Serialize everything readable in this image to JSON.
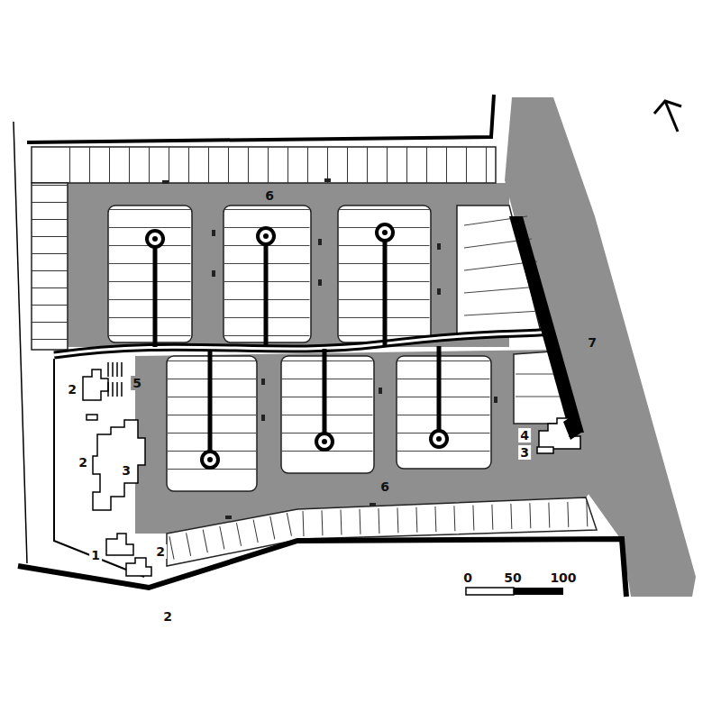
{
  "diagram": {
    "labels": [
      "6",
      "7",
      "5",
      "2",
      "2",
      "3",
      "6",
      "4",
      "3",
      "1",
      "2",
      "0",
      "50",
      "100",
      "2"
    ]
  }
}
